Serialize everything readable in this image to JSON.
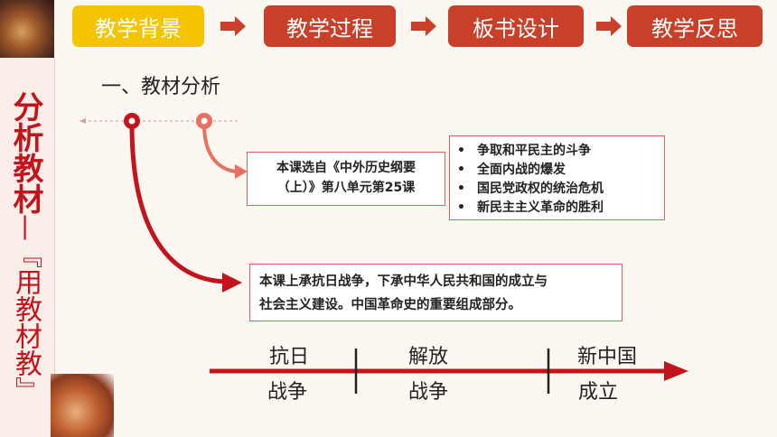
{
  "nav": {
    "items": [
      {
        "label": "教学背景",
        "active": true
      },
      {
        "label": "教学过程",
        "active": false
      },
      {
        "label": "板书设计",
        "active": false
      },
      {
        "label": "教学反思",
        "active": false
      }
    ]
  },
  "sidebar": {
    "title": "分析教材",
    "dash": "—",
    "subtitle": "『用教材教』"
  },
  "section_title": "一、教材分析",
  "source_box": {
    "line1": "本课选自《中外历史纲要",
    "line2": "（上）》第八单元第25课"
  },
  "topics": {
    "bullet": "•",
    "items": [
      "争取和平民主的斗争",
      "全面内战的爆发",
      "国民党政权的统治危机",
      "新民主主义革命的胜利"
    ]
  },
  "context_box": {
    "line1": "本课上承抗日战争，下承中华人民共和国的成立与",
    "line2": "社会主义建设。中国革命史的重要组成部分。"
  },
  "timeline": {
    "events": [
      {
        "top": "抗日",
        "bottom": "战争"
      },
      {
        "top": "解放",
        "bottom": "战争"
      },
      {
        "top": "新中国",
        "bottom": "成立"
      }
    ]
  },
  "colors": {
    "primary_red": "#c1141c",
    "nav_red": "#c9402a",
    "nav_active": "#f5c400",
    "salmon": "#e87060"
  }
}
